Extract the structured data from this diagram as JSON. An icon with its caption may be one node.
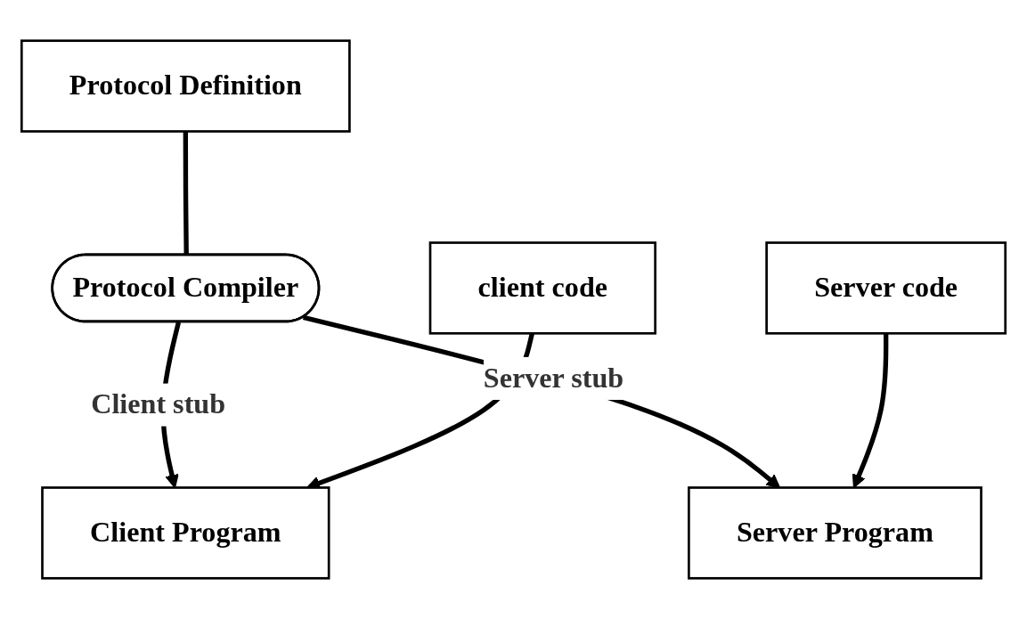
{
  "diagram": {
    "nodes": [
      {
        "text": [
          "Protocol Definition"
        ]
      },
      {
        "text": [
          "Protocol Compiler"
        ]
      },
      {
        "text": [
          "client code"
        ]
      },
      {
        "text": [
          "Server code"
        ]
      },
      {
        "text": [
          "Client Program"
        ]
      },
      {
        "text": [
          "Server Program"
        ]
      }
    ],
    "edges": [
      {
        "from": 0,
        "to": 1,
        "arrow": "none"
      },
      {
        "from": 1,
        "to": 4,
        "arrow": "to",
        "label": "Client stub"
      },
      {
        "from": 1,
        "to": 5,
        "arrow": "to",
        "label": "Server stub"
      },
      {
        "from": 2,
        "to": 4,
        "arrow": "to"
      },
      {
        "from": 3,
        "to": 5,
        "arrow": "to"
      }
    ]
  }
}
